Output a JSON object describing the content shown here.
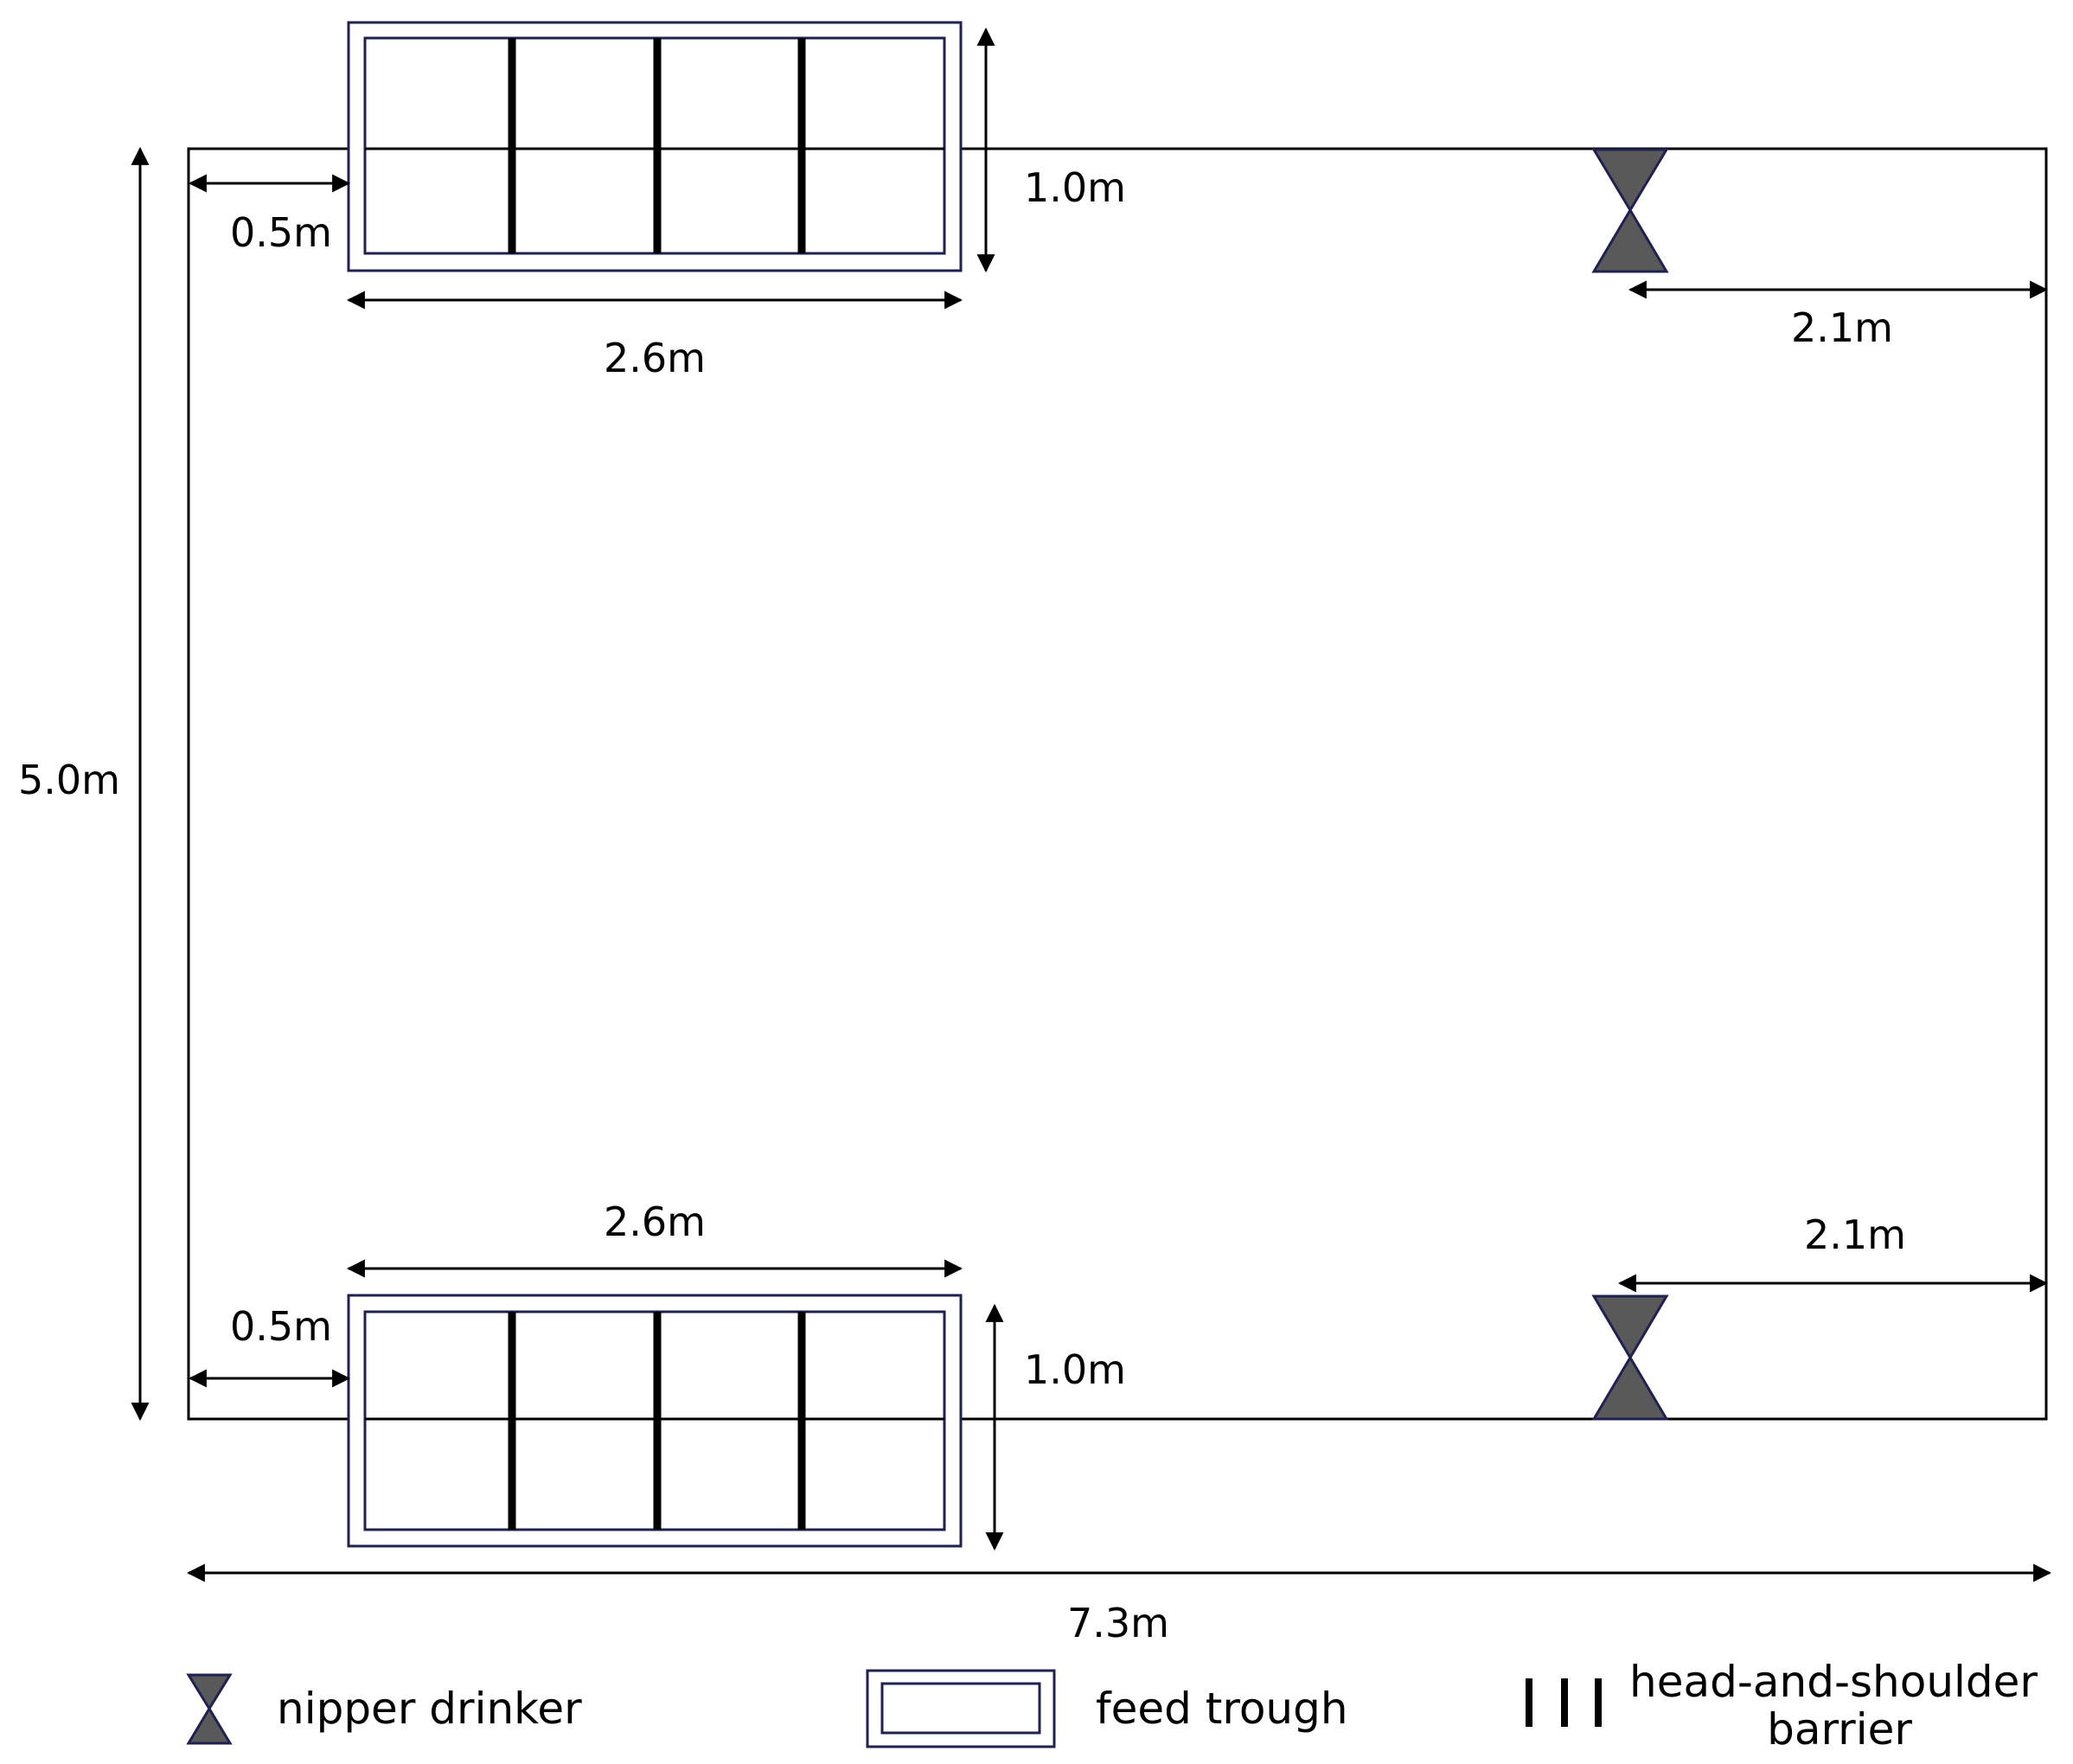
{
  "colors": {
    "line": "#000000",
    "trough_border": "#1f2150",
    "drinker_fill": "#595959",
    "drinker_stroke": "#1f2150",
    "barrier": "#000000"
  },
  "dimensions": {
    "pen_height": "5.0m",
    "pen_width": "7.3m",
    "top_trough_offset": "0.5m",
    "top_trough_length": "2.6m",
    "top_trough_depth": "1.0m",
    "top_drinker_offset": "2.1m",
    "bottom_trough_offset": "0.5m",
    "bottom_trough_length": "2.6m",
    "bottom_trough_depth": "1.0m",
    "bottom_drinker_offset": "2.1m"
  },
  "legend": {
    "drinker_label": "nipper drinker",
    "drinker_icon": "hourglass-icon",
    "trough_label": "feed trough",
    "trough_icon": "double-rectangle-icon",
    "barrier_label_line1": "head-and-shoulder",
    "barrier_label_line2": "barrier",
    "barrier_icon": "vertical-bars-icon"
  }
}
